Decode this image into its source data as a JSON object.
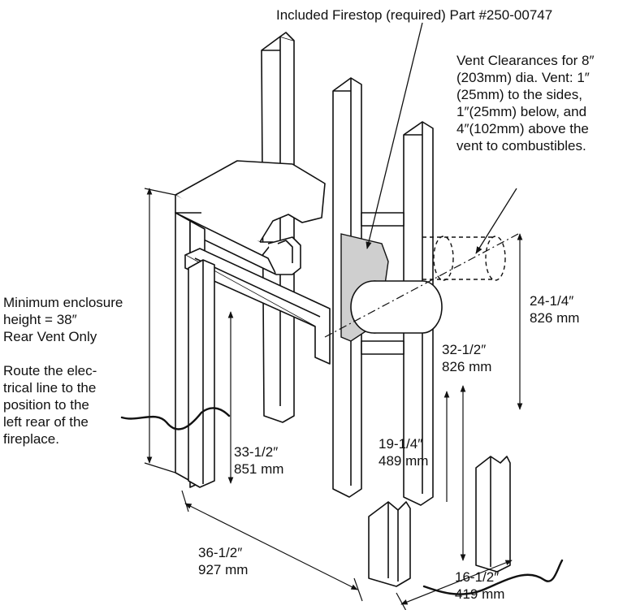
{
  "callouts": {
    "firestop": "Included Firestop (required) Part #250-00747",
    "vent_clearances": [
      "Vent Clearances for 8″",
      "(203mm) dia. Vent: 1″",
      "(25mm) to the sides,",
      "1″(25mm) below, and",
      "4″(102mm) above the",
      "vent to combustibles."
    ],
    "min_enclosure": [
      "Minimum enclosure",
      "height = 38″",
      "Rear Vent Only"
    ],
    "route_electrical": [
      "Route the elec-",
      "trical line to the",
      "position to the",
      "left rear of the",
      "fireplace."
    ]
  },
  "dimensions": {
    "d_24_1_4": {
      "imperial": "24-1/4″",
      "metric": "826 mm"
    },
    "d_32_1_2": {
      "imperial": "32-1/2″",
      "metric": "826 mm"
    },
    "d_19_1_4": {
      "imperial": "19-1/4″",
      "metric": "489 mm"
    },
    "d_33_1_2": {
      "imperial": "33-1/2″",
      "metric": "851 mm"
    },
    "d_36_1_2": {
      "imperial": "36-1/2″",
      "metric": "927 mm"
    },
    "d_16_1_2": {
      "imperial": "16-1/2″",
      "metric": "419 mm"
    }
  }
}
